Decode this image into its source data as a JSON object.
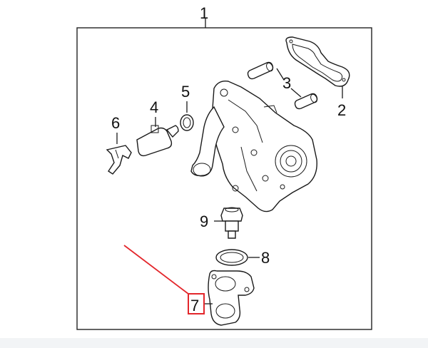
{
  "diagram": {
    "callouts": [
      "1",
      "2",
      "3",
      "4",
      "5",
      "6",
      "7",
      "8",
      "9"
    ],
    "highlight": {
      "callout": "7",
      "color": "#e3262b"
    }
  }
}
